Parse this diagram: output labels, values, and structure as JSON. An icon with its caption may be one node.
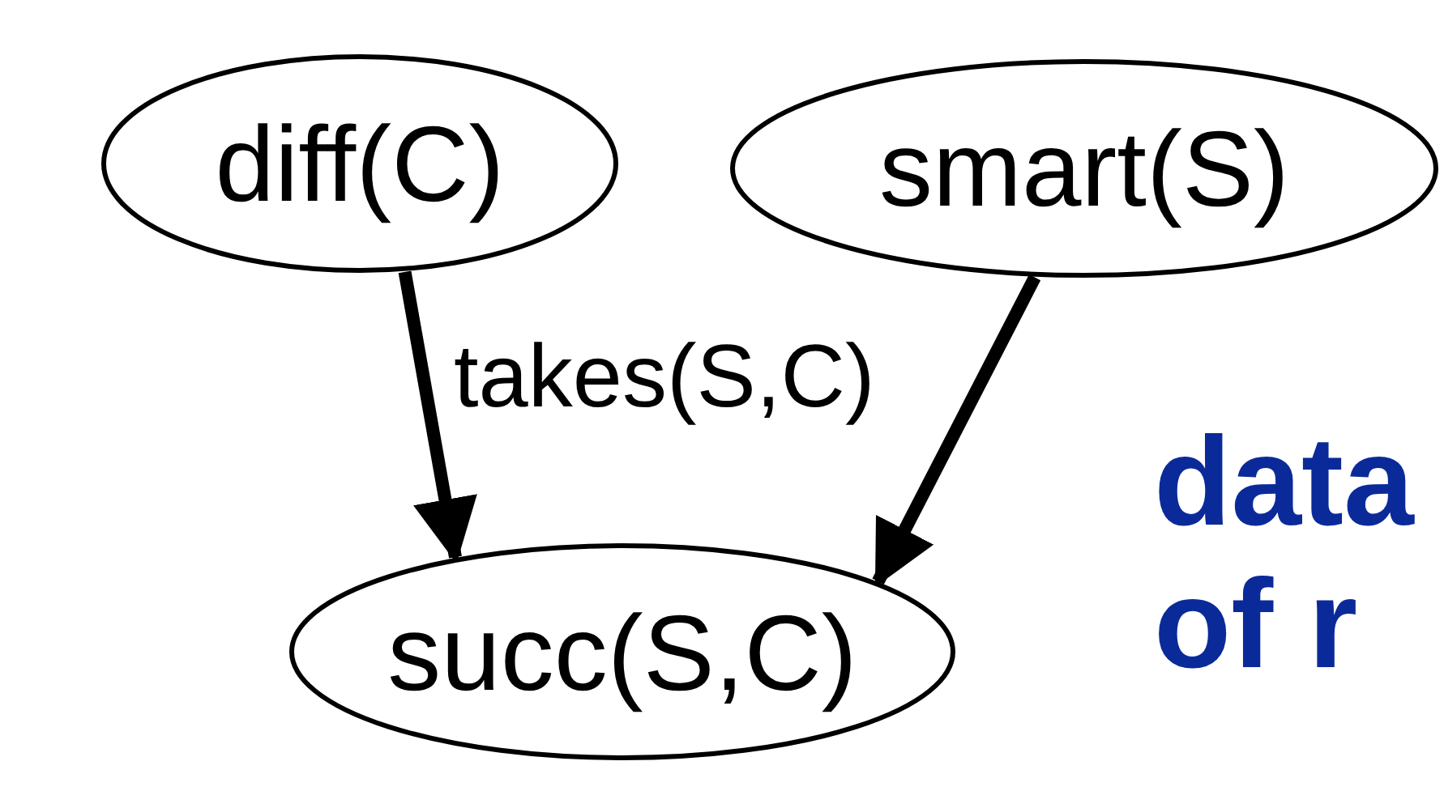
{
  "diagram": {
    "nodes": [
      {
        "text": [
          "diff(C)"
        ]
      },
      {
        "text": [
          "smart(S)"
        ]
      },
      {
        "text": [
          "succ(S,C)"
        ]
      }
    ],
    "edges": [
      {
        "from": 0,
        "to": 2,
        "arrow": "to"
      },
      {
        "from": 1,
        "to": 2,
        "arrow": "to"
      }
    ],
    "labels": [
      "takes(S,C)",
      "data",
      "of r"
    ]
  }
}
